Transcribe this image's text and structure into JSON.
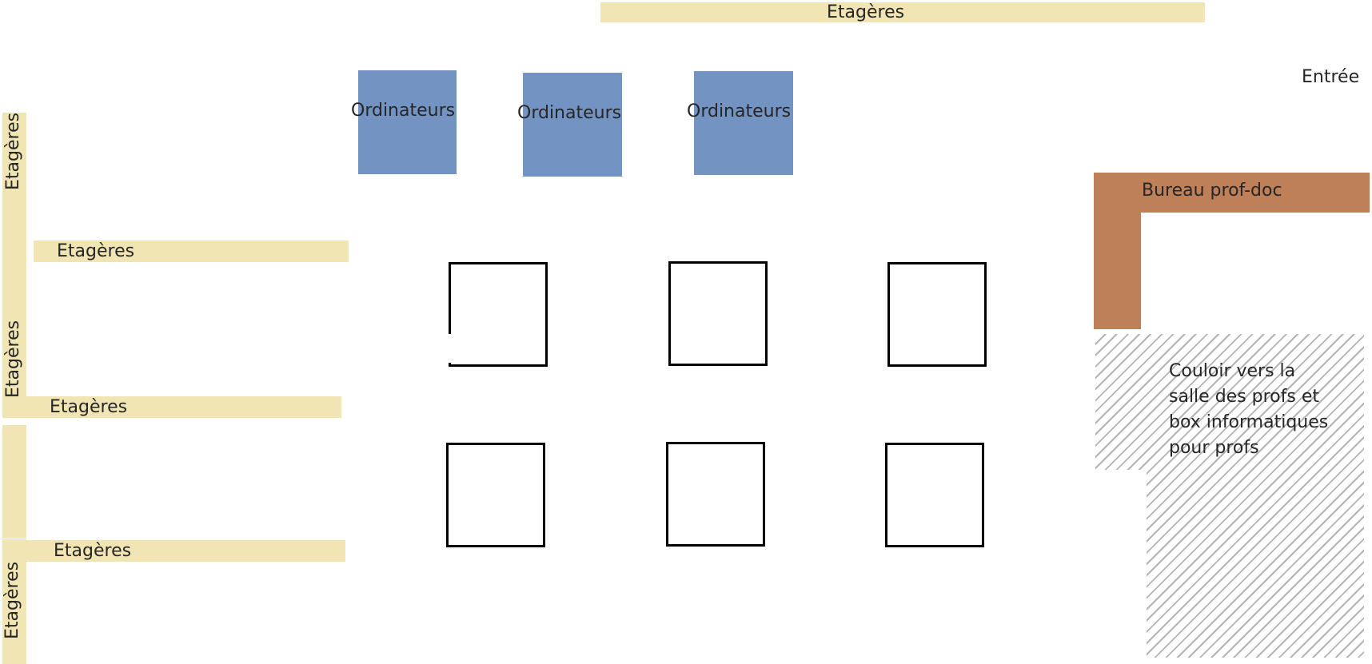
{
  "labels": {
    "shelves": "Etagères",
    "computers": "Ordinateurs",
    "entrance": "Entrée",
    "teacher_desk": "Bureau prof-doc",
    "corridor": "Couloir vers la salle des profs et box informatiques pour profs"
  },
  "colors": {
    "shelves": "#F0E5B3",
    "computers": "#7393C2",
    "teacher_desk": "#BE8059",
    "tables": "#000000"
  }
}
